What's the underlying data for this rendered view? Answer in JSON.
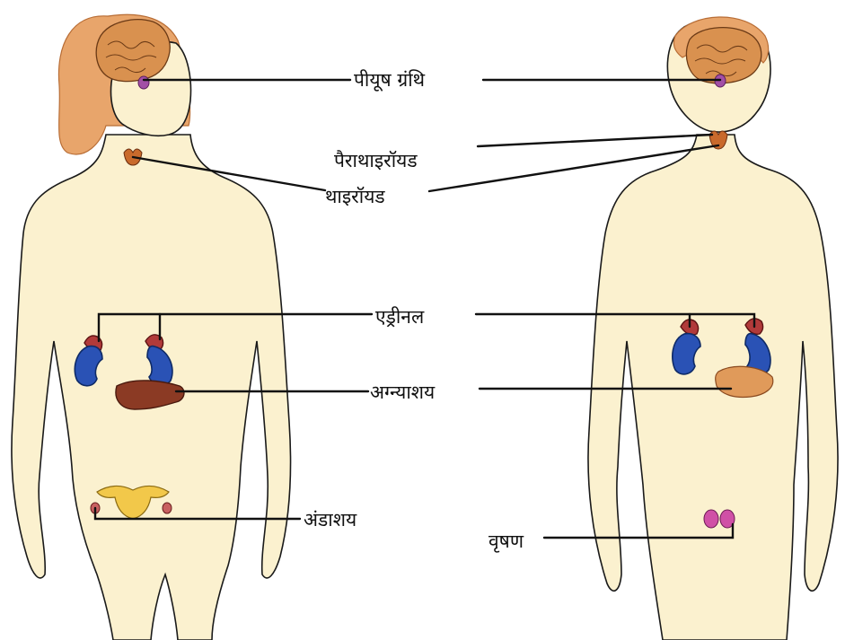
{
  "labels": {
    "pituitary": "पीयूष ग्रंथि",
    "parathyroid": "पैराथाइरॉयड",
    "thyroid": "थाइरॉयड",
    "adrenal": "एड्रीनल",
    "pancreas": "अग्न्याशय",
    "ovary": "अंडाशय",
    "testis": "वृषण"
  },
  "colors": {
    "skin_fill": "#fbf1cf",
    "skin_edge": "#efb46f",
    "hair": "#e8a56b",
    "brain": "#d9914f",
    "pituitary": "#a24fa6",
    "thyroid": "#c96a2c",
    "kidney": "#2a52b5",
    "adrenal": "#b13a3a",
    "pancreas_female": "#8b3a24",
    "pancreas_male": "#e09a5a",
    "ovary_uterus": "#f2c84a",
    "testis": "#d050a6",
    "line": "#111111"
  }
}
